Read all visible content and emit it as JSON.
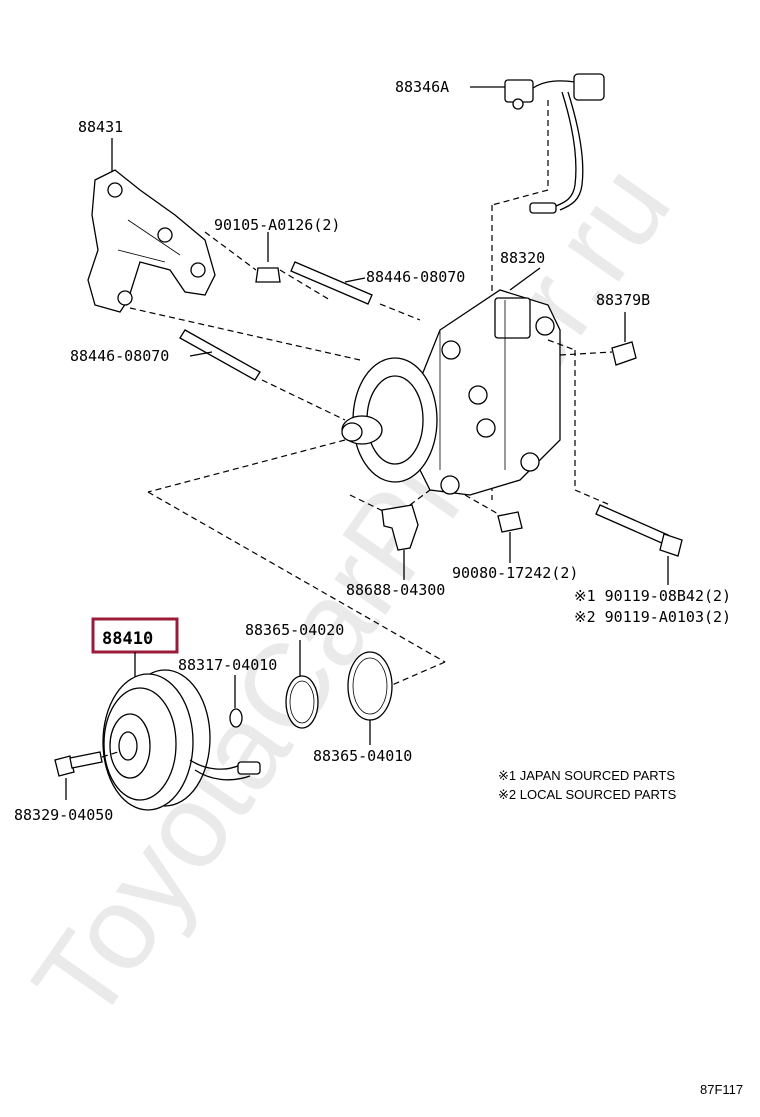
{
  "watermark": "ToyotaCarPlaner.ru",
  "labels": {
    "sensor": "88346A",
    "bracket": "88431",
    "nut_a": "90105-A0126(2)",
    "stud_upper": "88446-08070",
    "compressor": "88320",
    "fitting": "88379B",
    "stud_left": "88446-08070",
    "nut_b": "90080-17242(2)",
    "bracket_small": "88688-04300",
    "bolt1": "※1 90119-08B42(2)",
    "bolt2": "※2 90119-A0103(2)",
    "clutch": "88410",
    "ring_a": "88365-04020",
    "shim": "88317-04010",
    "ring_b": "88365-04010",
    "bolt_clutch": "88329-04050"
  },
  "notes": {
    "note1": "※1 JAPAN SOURCED PARTS",
    "note2": "※2 LOCAL SOURCED PARTS"
  },
  "figure_code": "87F117",
  "colors": {
    "highlight": "#9b1b3a"
  }
}
